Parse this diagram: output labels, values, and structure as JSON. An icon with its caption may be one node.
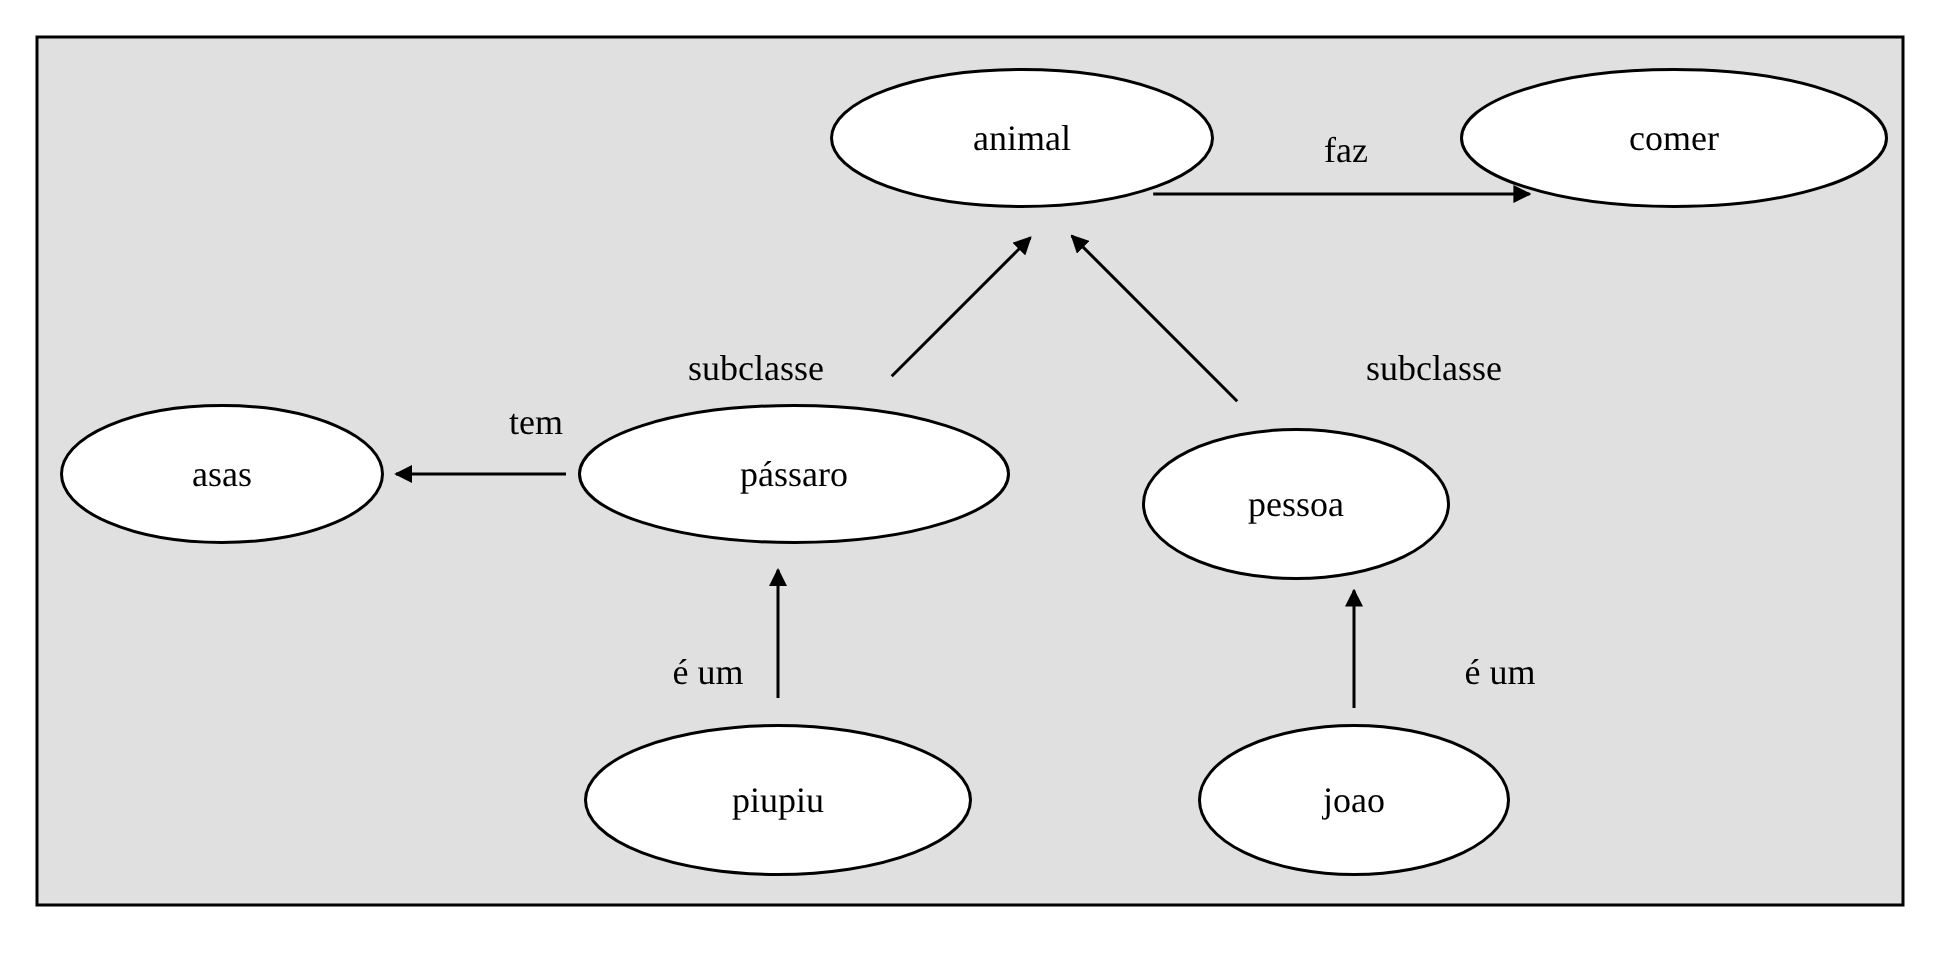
{
  "diagram": {
    "nodes": [
      {
        "text": [
          "animal"
        ]
      },
      {
        "text": [
          "comer"
        ]
      },
      {
        "text": [
          "asas"
        ]
      },
      {
        "text": [
          "pássaro"
        ]
      },
      {
        "text": [
          "pessoa"
        ]
      },
      {
        "text": [
          "piupiu"
        ]
      },
      {
        "text": [
          "joao"
        ]
      }
    ],
    "edges": [
      {
        "from": 0,
        "to": 1,
        "arrow": "to",
        "label": "faz"
      },
      {
        "from": 3,
        "to": 0,
        "arrow": "to",
        "label": "subclasse"
      },
      {
        "from": 4,
        "to": 0,
        "arrow": "to",
        "label": "subclasse"
      },
      {
        "from": 3,
        "to": 2,
        "arrow": "to",
        "label": "tem"
      },
      {
        "from": 5,
        "to": 3,
        "arrow": "to",
        "label": "é um"
      },
      {
        "from": 6,
        "to": 4,
        "arrow": "to",
        "label": "é um"
      }
    ]
  }
}
